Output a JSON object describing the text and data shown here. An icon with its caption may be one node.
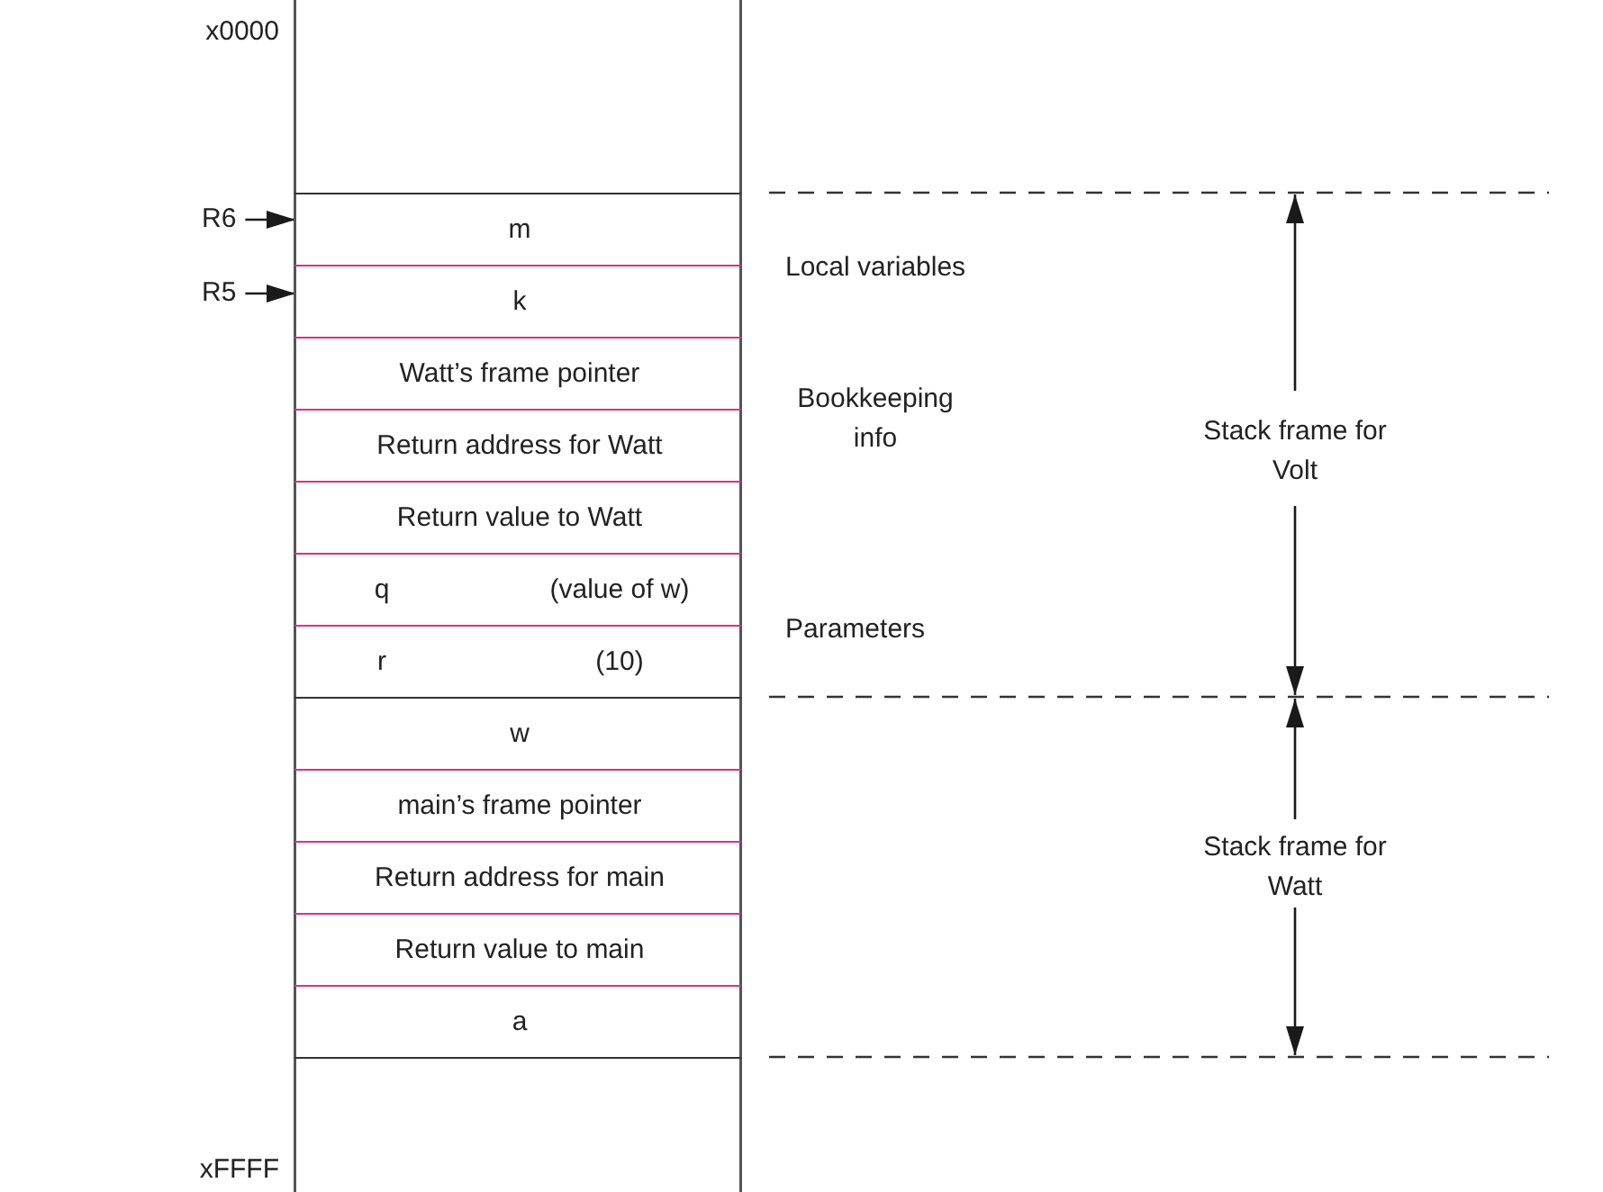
{
  "diagram": {
    "nodes": [
      {
        "text": [
          "R6"
        ]
      },
      {
        "text": [
          "R5"
        ]
      },
      {
        "text": [
          "m"
        ]
      },
      {
        "text": [
          "k"
        ]
      },
      {
        "text": [
          "Watt’s frame pointer"
        ]
      },
      {
        "text": [
          "Return address for Watt"
        ]
      },
      {
        "text": [
          "Return value to Watt"
        ]
      },
      {
        "text": [
          "q",
          "(value of w)"
        ]
      },
      {
        "text": [
          "r",
          "(10)"
        ]
      },
      {
        "text": [
          "w"
        ]
      },
      {
        "text": [
          "main’s frame pointer"
        ]
      },
      {
        "text": [
          "Return address for main"
        ]
      },
      {
        "text": [
          "Return value to main"
        ]
      },
      {
        "text": [
          "a"
        ]
      }
    ],
    "edges": [
      {
        "from": 0,
        "to": 2,
        "arrow": "to"
      },
      {
        "from": 1,
        "to": 3,
        "arrow": "to"
      }
    ],
    "labels": [
      "x0000",
      "Local variables",
      "Bookkeeping info",
      "Stack frame for Volt",
      "Parameters",
      "Stack frame for Watt",
      "xFFFF"
    ]
  }
}
